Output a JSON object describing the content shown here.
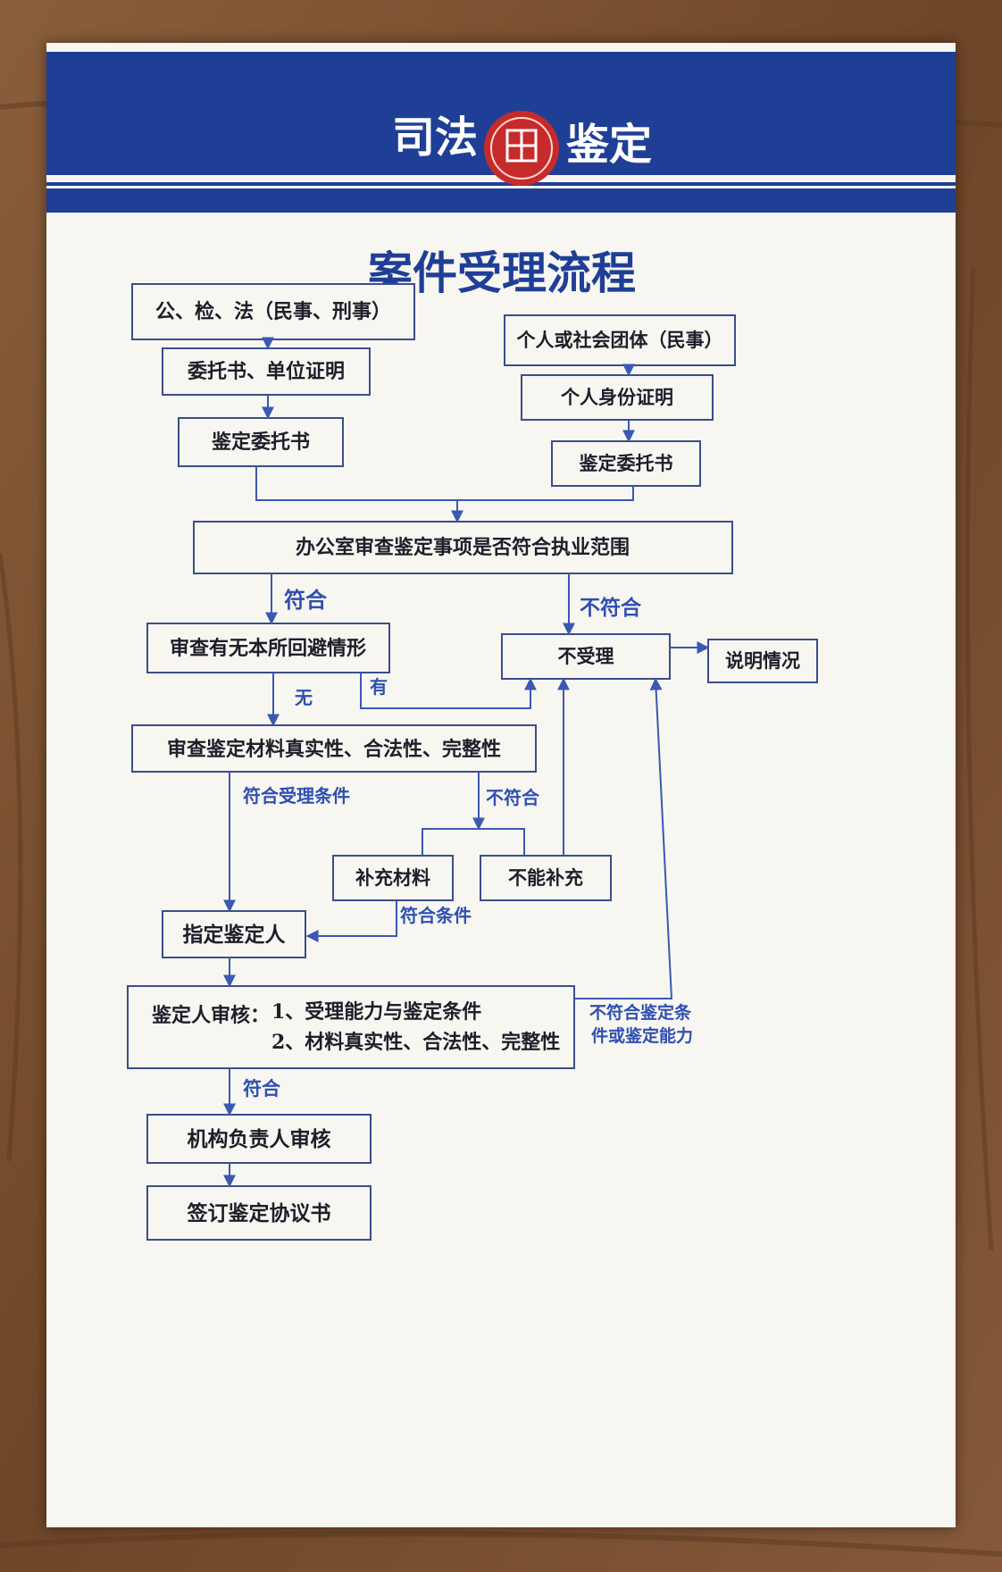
{
  "colors": {
    "header_blue": "#1f3f97",
    "box_stroke": "#3a4e8a",
    "line": "#3b58b3",
    "text": "#1e1e2a",
    "label_blue": "#2f4fb0",
    "seal_red": "#c62b2b",
    "board": "#f7f6f1"
  },
  "header": {
    "left": "司法",
    "right": "鉴定",
    "seal_icon": "justice-seal-icon"
  },
  "title": "案件受理流程",
  "boxes": {
    "gongjianfa": "公、检、法（民事、刑事）",
    "weituoshu": "委托书、单位证明",
    "jianding_weituoshu_left": "鉴定委托书",
    "geren_shetuan": "个人或社会团体（民事）",
    "geren_shenfen": "个人身份证明",
    "jianding_weituoshu_right": "鉴定委托书",
    "bangongshi": "办公室审查鉴定事项是否符合执业范围",
    "huibi": "审查有无本所回避情形",
    "bushouli": "不受理",
    "shuoming": "说明情况",
    "cailiao": "审查鉴定材料真实性、合法性、完整性",
    "buchong": "补充材料",
    "buneng": "不能补充",
    "zhiding": "指定鉴定人",
    "shenhe_prefix": "鉴定人审核：",
    "shenhe_line1": "1、受理能力与鉴定条件",
    "shenhe_line2": "2、材料真实性、合法性、完整性",
    "fuzeren": "机构负责人审核",
    "xieyi": "签订鉴定协议书"
  },
  "labels": {
    "fuhe_1": "符合",
    "bufuhe_1": "不符合",
    "wu": "无",
    "you": "有",
    "fuhe_shouli": "符合受理条件",
    "bufuhe_2": "不符合",
    "fuhe_tiaojian": "符合条件",
    "bufuhe_long_line1": "不符合鉴定条",
    "bufuhe_long_line2": "件或鉴定能力",
    "fuhe_2": "符合"
  }
}
